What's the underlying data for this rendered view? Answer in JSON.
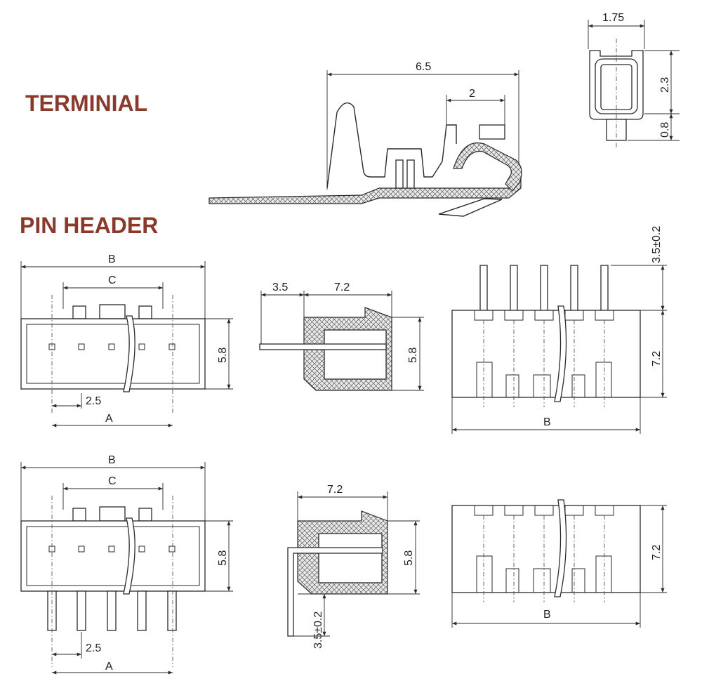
{
  "titles": {
    "terminal": "TERMINIAL",
    "pin_header": "PIN HEADER"
  },
  "terminal": {
    "dim_length": "6.5",
    "dim_crimp": "2",
    "dim_width": "1.75",
    "dim_height": "2.3",
    "dim_tab": "0.8"
  },
  "header_top": {
    "dim_b": "B",
    "dim_c": "C",
    "dim_pitch": "2.5",
    "dim_a": "A",
    "dim_height": "5.8",
    "side_pin": "3.5",
    "side_depth": "7.2",
    "side_height": "5.8",
    "front_pin": "3.5±0.2",
    "front_height": "7.2",
    "front_b": "B"
  },
  "header_bottom": {
    "dim_b": "B",
    "dim_c": "C",
    "dim_pitch": "2.5",
    "dim_a": "A",
    "dim_height": "5.8",
    "side_depth": "7.2",
    "side_height": "5.8",
    "side_pin": "3.5±0.2",
    "front_height": "7.2",
    "front_b": "B"
  }
}
